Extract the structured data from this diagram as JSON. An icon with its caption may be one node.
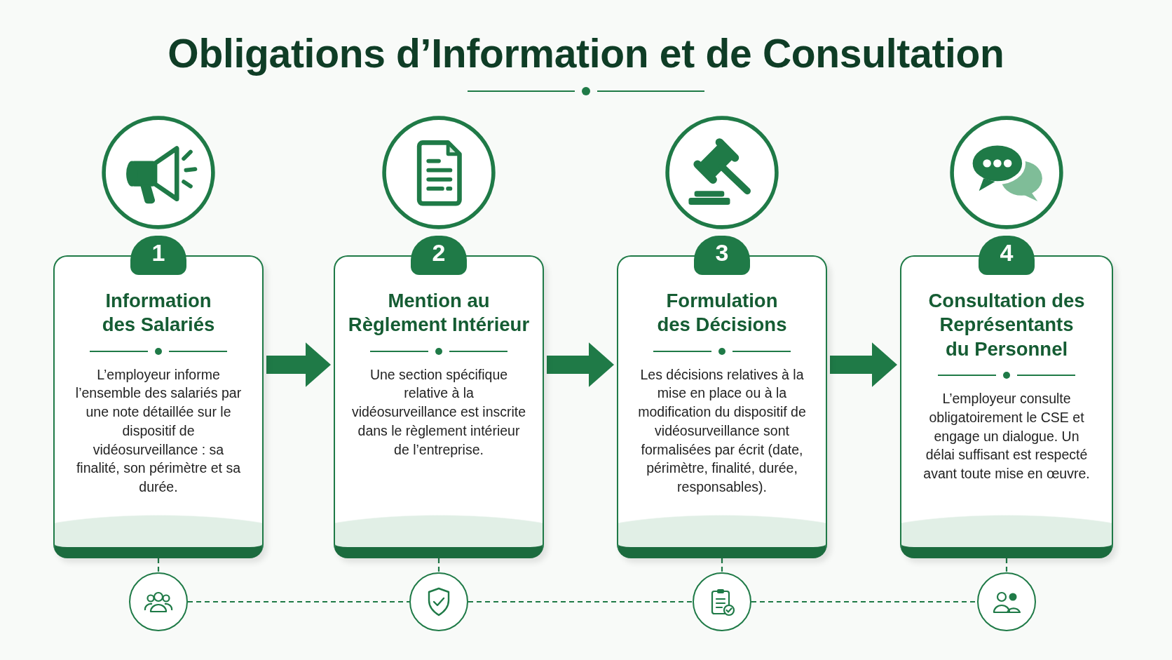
{
  "diagram": {
    "title": "Obligations d’Information et de Consultation",
    "nodes": [
      {
        "text": [
          "1",
          "Information des Salariés",
          "L’employeur informe l’ensemble des salariés par une note détaillée sur le dispositif de vidéosurveillance : sa finalité, son périmètre et sa durée."
        ]
      },
      {
        "text": [
          "2",
          "Mention au Règlement Intérieur",
          "Une section spécifique relative à la vidéosurveillance est inscrite dans le règlement intérieur de l’entreprise."
        ]
      },
      {
        "text": [
          "3",
          "Formulation des Décisions",
          "Les décisions relatives à la mise en place ou à la modification du dispositif de vidéosurveillance sont formalisées par écrit (date, périmètre, finalité, durée, responsables)."
        ]
      },
      {
        "text": [
          "4",
          "Consultation des Représentants du Personnel",
          "L’employeur consulte obligatoirement le CSE et engage un dialogue. Un délai suffisant est respecté avant toute mise en œuvre."
        ]
      },
      {
        "text": [],
        "shape": "circle"
      },
      {
        "text": [],
        "shape": "circle"
      },
      {
        "text": [],
        "shape": "circle"
      },
      {
        "text": [],
        "shape": "circle"
      }
    ],
    "edges": [
      {
        "from": 0,
        "to": 1,
        "arrow": "to"
      },
      {
        "from": 1,
        "to": 2,
        "arrow": "to"
      },
      {
        "from": 2,
        "to": 3,
        "arrow": "to"
      },
      {
        "from": 0,
        "to": 4,
        "arrow": "none",
        "style": "dashed"
      },
      {
        "from": 1,
        "to": 5,
        "arrow": "none",
        "style": "dashed"
      },
      {
        "from": 2,
        "to": 6,
        "arrow": "none",
        "style": "dashed"
      },
      {
        "from": 3,
        "to": 7,
        "arrow": "none",
        "style": "dashed"
      },
      {
        "from": 4,
        "to": 5,
        "arrow": "none",
        "style": "dashed"
      },
      {
        "from": 5,
        "to": 6,
        "arrow": "none",
        "style": "dashed"
      },
      {
        "from": 6,
        "to": 7,
        "arrow": "none",
        "style": "dashed"
      }
    ]
  }
}
